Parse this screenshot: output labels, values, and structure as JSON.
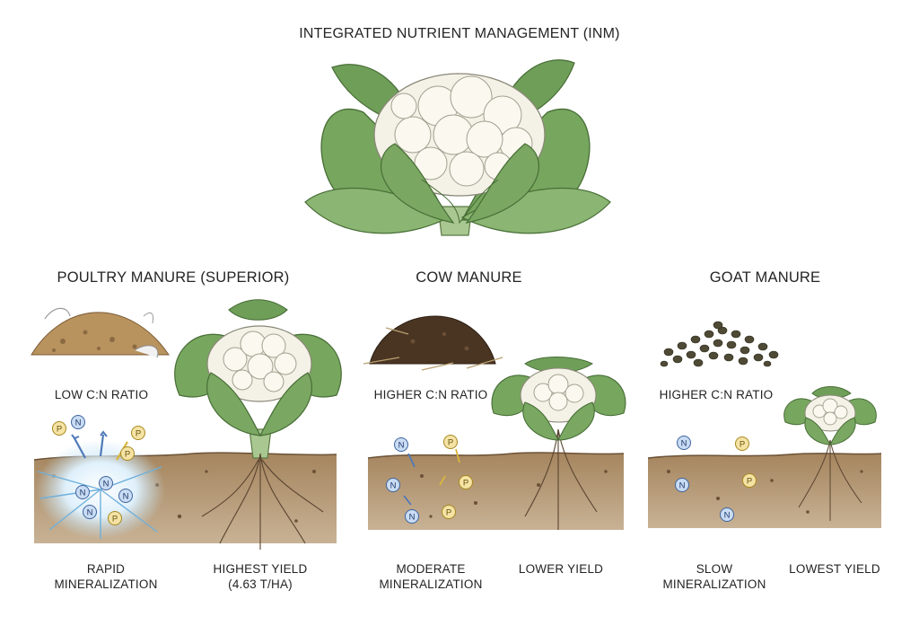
{
  "title": "INTEGRATED NUTRIENT MANAGEMENT (INM)",
  "nutrients": {
    "n": "N",
    "p": "P"
  },
  "colors": {
    "nitrogen": "#4f79b8",
    "phosphorus": "#d9b53c",
    "leaf": "#6f9e58",
    "curd": "#f4f1e6",
    "soil": "#9a7a55"
  },
  "panels": [
    {
      "header": "POULTRY MANURE (SUPERIOR)",
      "ratio": "LOW C:N RATIO",
      "mineralization": [
        "RAPID",
        "MINERALIZATION"
      ],
      "yield": [
        "HIGHEST YIELD",
        "(4.63 T/HA)"
      ]
    },
    {
      "header": "COW MANURE",
      "ratio": "HIGHER C:N RATIO",
      "mineralization": [
        "MODERATE",
        "MINERALIZATION"
      ],
      "yield": [
        "LOWER YIELD"
      ]
    },
    {
      "header": "GOAT MANURE",
      "ratio": "HIGHER C:N RATIO",
      "mineralization": [
        "SLOW",
        "MINERALIZATION"
      ],
      "yield": [
        "LOWEST YIELD"
      ]
    }
  ]
}
